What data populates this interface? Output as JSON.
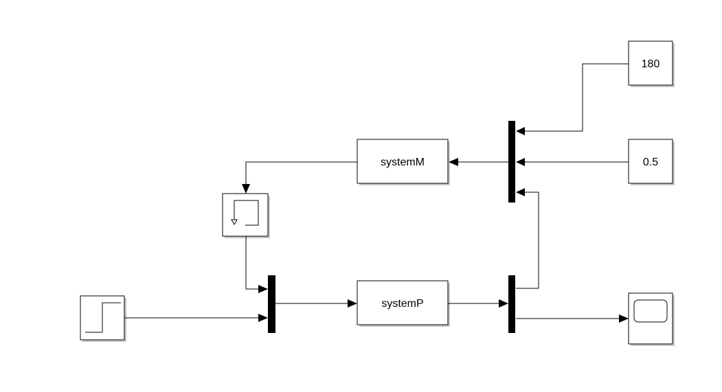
{
  "blocks": {
    "const_top": {
      "value": "180"
    },
    "const_mid": {
      "value": "0.5"
    },
    "system_m": {
      "label": "systemM"
    },
    "system_p": {
      "label": "systemP"
    }
  }
}
